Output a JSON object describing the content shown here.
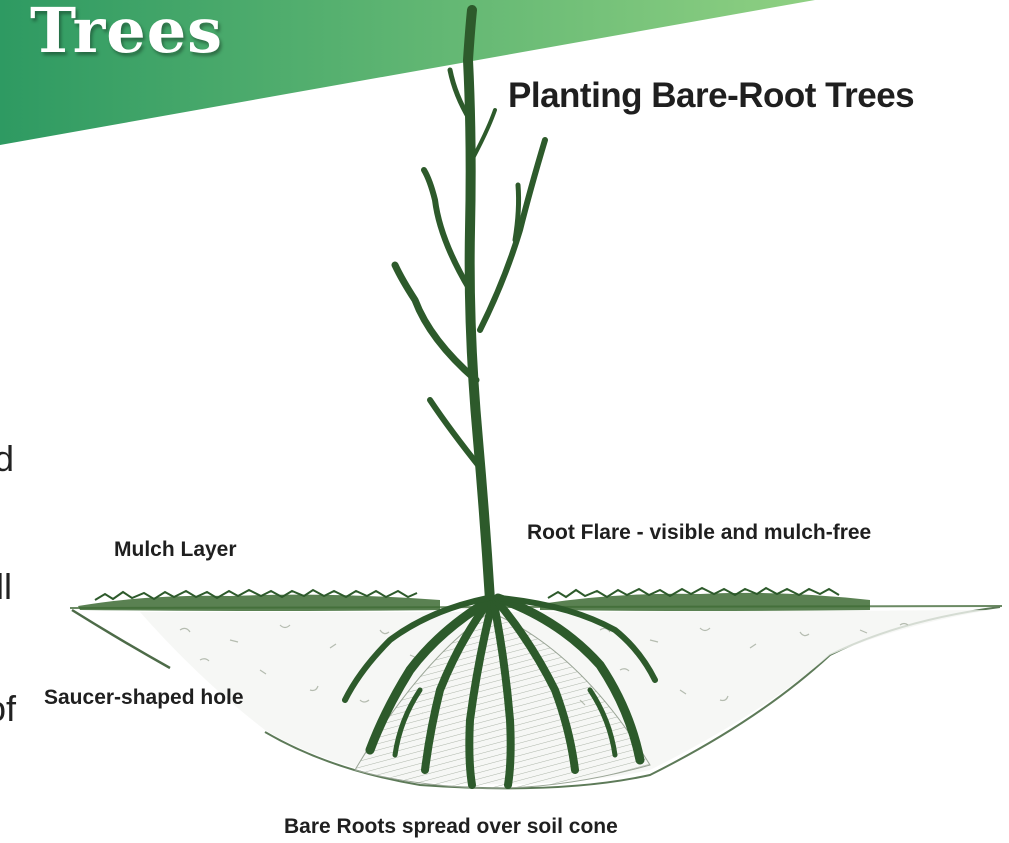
{
  "banner": {
    "title": "Trees",
    "gradient_start": "#2e9a62",
    "gradient_end": "#8fd082"
  },
  "diagram": {
    "title": "Planting Bare-Root Trees",
    "labels": {
      "mulch": "Mulch Layer",
      "root_flare": "Root Flare - visible and mulch-free",
      "saucer": "Saucer-shaped hole",
      "bare_roots": "Bare Roots spread over soil cone"
    },
    "tree_color": "#2d5a2b",
    "mulch_color": "#3d6b34",
    "soil_outline_color": "#5d7a58"
  },
  "left_edge_fragments": [
    "d",
    "ll",
    "of"
  ]
}
